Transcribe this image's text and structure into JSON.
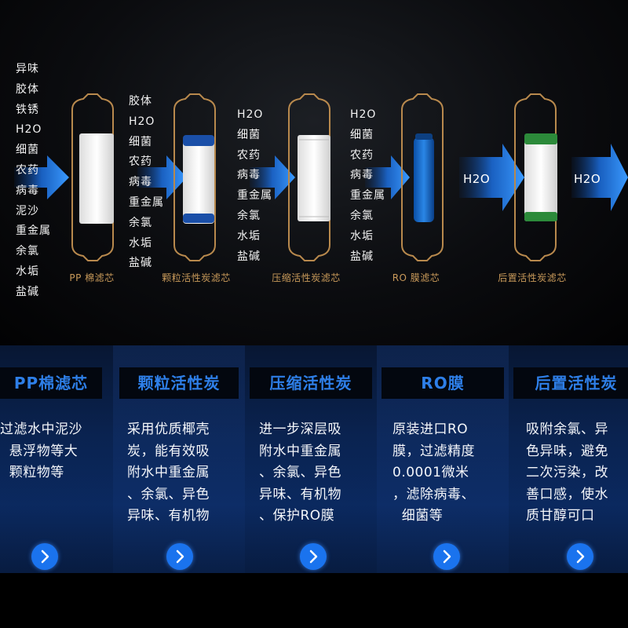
{
  "top": {
    "lists": [
      [
        "异味",
        "胶体",
        "铁锈",
        "H2O",
        "细菌",
        "农药",
        "病毒",
        "泥沙",
        "重金属",
        "余氯",
        "水垢",
        "盐碱"
      ],
      [
        "胶体",
        "H2O",
        "细菌",
        "农药",
        "病毒",
        "重金属",
        "余氯",
        "水垢",
        "盐碱"
      ],
      [
        "H2O",
        "细菌",
        "农药",
        "病毒",
        "重金属",
        "余氯",
        "水垢",
        "盐碱"
      ],
      [
        "H2O",
        "细菌",
        "农药",
        "病毒",
        "重金属",
        "余氯",
        "水垢",
        "盐碱"
      ]
    ],
    "h2o_labels": [
      "H2O",
      "H2O"
    ],
    "captions": [
      "PP 棉滤芯",
      "颗粒活性炭滤芯",
      "压缩活性炭滤芯",
      "RO 膜滤芯",
      "后置活性炭滤芯"
    ]
  },
  "panels": [
    {
      "title": "PP棉滤芯",
      "desc": "过滤水中泥沙\n  悬浮物等大\n  颗粒物等"
    },
    {
      "title": "颗粒活性炭",
      "desc": "采用优质椰壳\n炭，能有效吸\n附水中重金属\n、余氯、异色\n异味、有机物"
    },
    {
      "title": "压缩活性炭",
      "desc": "进一步深层吸\n附水中重金属\n、余氯、异色\n异味、有机物\n、保护RO膜"
    },
    {
      "title": "RO膜",
      "desc": "原装进口RO\n膜，过滤精度\n0.0001微米\n，滤除病毒、\n  细菌等"
    },
    {
      "title": "后置活性炭",
      "desc": "吸附余氯、异\n色异味，避免\n二次污染，改\n善口感，使水\n质甘醇可口"
    }
  ],
  "colors": {
    "accent": "#1a73ee",
    "caption": "#c99a5a",
    "header_text": "#2e7fe8"
  },
  "icons": [
    "chevron-right-icon"
  ]
}
